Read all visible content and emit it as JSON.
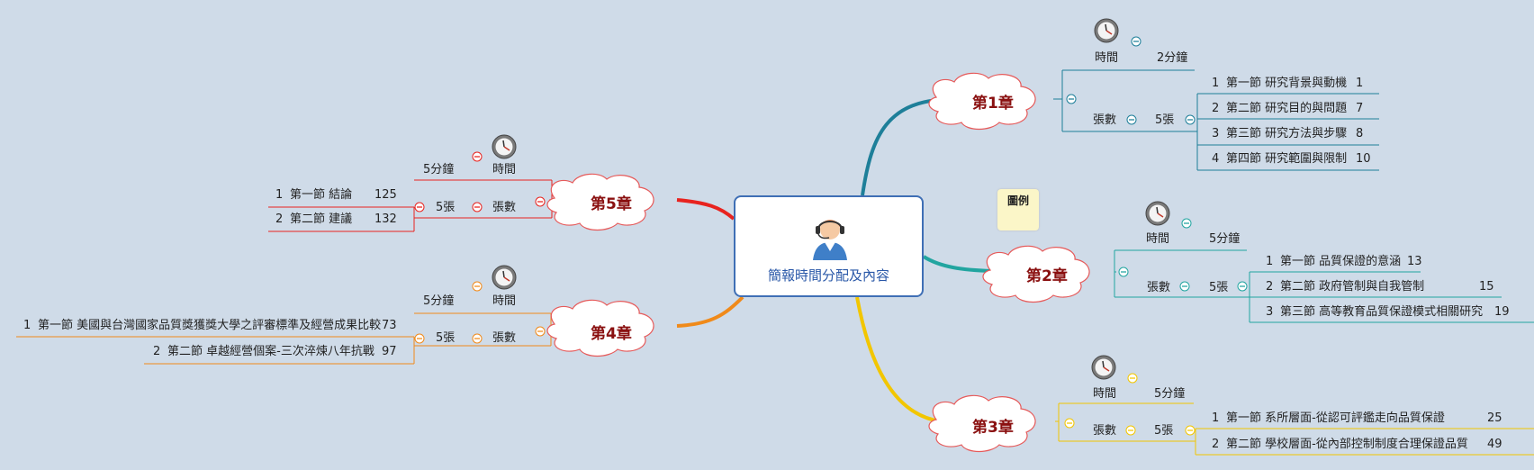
{
  "center": {
    "title": "簡報時間分配及內容"
  },
  "legend": {
    "label": "圖例"
  },
  "chapters": [
    {
      "label": "第1章",
      "time_label": "時間",
      "time_value": "2分鐘",
      "count_label": "張數",
      "count_value": "5張",
      "sections": [
        {
          "num": "1",
          "title": "第一節 研究背景與動機",
          "page": "1"
        },
        {
          "num": "2",
          "title": "第二節 研究目的與問題",
          "page": "7"
        },
        {
          "num": "3",
          "title": "第三節 研究方法與步驟",
          "page": "8"
        },
        {
          "num": "4",
          "title": "第四節 研究範圍與限制",
          "page": "10"
        }
      ]
    },
    {
      "label": "第2章",
      "time_label": "時間",
      "time_value": "5分鐘",
      "count_label": "張數",
      "count_value": "5張",
      "sections": [
        {
          "num": "1",
          "title": "第一節 品質保證的意涵",
          "page": "13"
        },
        {
          "num": "2",
          "title": "第二節 政府管制與自我管制",
          "page": "15"
        },
        {
          "num": "3",
          "title": "第三節 高等教育品質保證模式相關研究",
          "page": "19"
        }
      ]
    },
    {
      "label": "第3章",
      "time_label": "時間",
      "time_value": "5分鐘",
      "count_label": "張數",
      "count_value": "5張",
      "sections": [
        {
          "num": "1",
          "title": "第一節 系所層面-從認可評鑑走向品質保證",
          "page": "25"
        },
        {
          "num": "2",
          "title": "第二節 學校層面-從內部控制制度合理保證品質",
          "page": "49"
        }
      ]
    },
    {
      "label": "第4章",
      "time_label": "時間",
      "time_value": "5分鐘",
      "count_label": "張數",
      "count_value": "5張",
      "sections": [
        {
          "num": "1",
          "title": "第一節 美國與台灣國家品質獎獲獎大學之評審標準及經營成果比較",
          "page": "73"
        },
        {
          "num": "2",
          "title": "第二節 卓越經營個案-三次淬煉八年抗戰",
          "page": "97"
        }
      ]
    },
    {
      "label": "第5章",
      "time_label": "時間",
      "time_value": "5分鐘",
      "count_label": "張數",
      "count_value": "5張",
      "sections": [
        {
          "num": "1",
          "title": "第一節 結論",
          "page": "125"
        },
        {
          "num": "2",
          "title": "第二節 建議",
          "page": "132"
        }
      ]
    }
  ],
  "colors": {
    "chapter1": "#1e7f99",
    "chapter2": "#22a5a0",
    "chapter3": "#f2c600",
    "chapter4": "#f08a1a",
    "chapter5": "#e8231f",
    "cloud_border": "#e65a5a",
    "center_border": "#3f6fb5"
  }
}
